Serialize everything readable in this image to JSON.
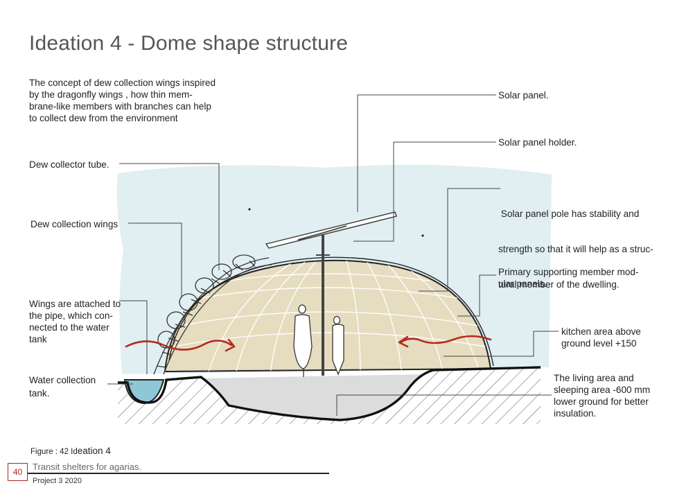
{
  "page": {
    "title": "Ideation 4 - Dome shape structure",
    "intro": [
      "The concept of dew collection wings inspired",
      "by the dragonfly wings , how thin mem-",
      "brane-like members with branches can help",
      "to collect dew from the environment"
    ]
  },
  "labels": {
    "dew_collector_tube": "Dew collector tube.",
    "dew_collection_wings": "Dew collection wings",
    "wings_attached": [
      "Wings are attached to",
      "the pipe, which con-",
      "nected to the water",
      "tank"
    ],
    "water_tank": [
      "Water collection",
      "tank."
    ],
    "solar_panel": "Solar panel.",
    "solar_panel_holder": "Solar panel holder.",
    "solar_pole": [
      " Solar panel pole has stability and",
      "strength so that it will help as a struc-",
      "tural member of the dwelling."
    ],
    "primary_member": [
      "Primary supporting member mod-",
      "ular panels."
    ],
    "kitchen": [
      "kitchen area above",
      "ground level +150"
    ],
    "living": [
      "The living area and",
      "sleeping area -600 mm",
      "lower ground for better",
      "insulation."
    ]
  },
  "caption": {
    "figure_prefix": "Figure  : 42 Id",
    "figure_rest": "eation 4"
  },
  "footer": {
    "page_number": "40",
    "line1": "Transit shelters for agarias.",
    "line2": "Project 3 2020"
  },
  "colors": {
    "arrow_red": "#b5281c",
    "dome_fill": "#e6dcc0",
    "sky_wash": "#d7e8ee",
    "water": "#8fc7d6"
  }
}
